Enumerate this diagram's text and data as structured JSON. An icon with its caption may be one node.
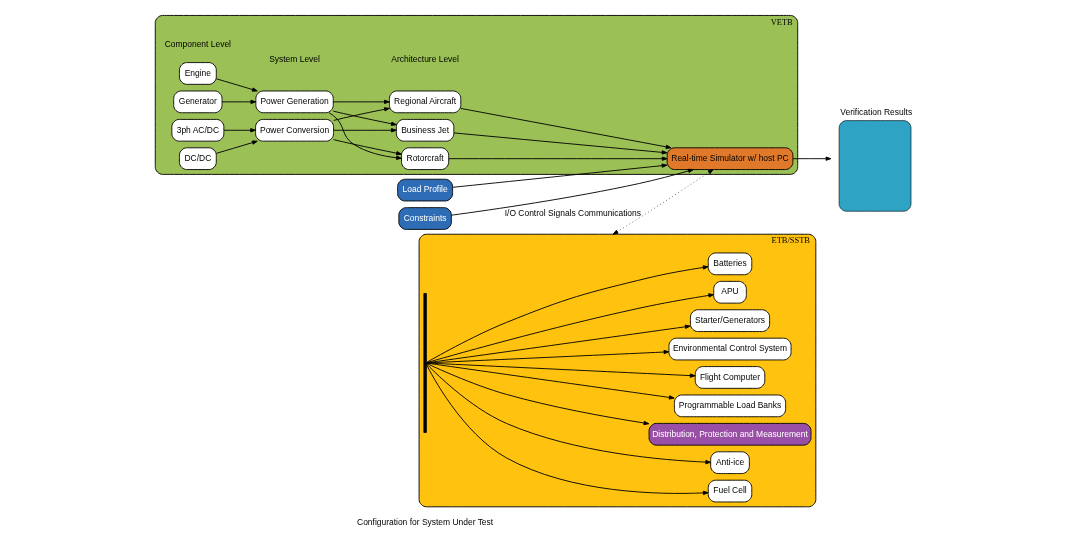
{
  "diagram": {
    "nodes": [
      {
        "text": [
          "VETB"
        ]
      },
      {
        "text": [
          "Engine"
        ],
        "in": 0
      },
      {
        "text": [
          "Generator"
        ],
        "in": 0
      },
      {
        "text": [
          "3ph AC/DC"
        ],
        "in": 0
      },
      {
        "text": [
          "DC/DC"
        ],
        "in": 0
      },
      {
        "text": [
          "Power Generation"
        ],
        "in": 0
      },
      {
        "text": [
          "Power Conversion"
        ],
        "in": 0
      },
      {
        "text": [
          "Business Jet"
        ],
        "in": 0
      },
      {
        "text": [
          "Regional Aircraft"
        ],
        "in": 0
      },
      {
        "text": [
          "Rotorcraft"
        ],
        "in": 0
      },
      {
        "text": [
          "Real-time Simulator w/ host PC"
        ],
        "in": 0
      },
      {
        "text": [
          "Load Profile"
        ]
      },
      {
        "text": [
          "Constraints"
        ]
      },
      {
        "text": [
          "ETB/SSTB"
        ]
      },
      {
        "text": [
          "Starter/Generators"
        ],
        "in": 13
      },
      {
        "text": [
          "APU"
        ],
        "in": 13
      },
      {
        "text": [
          "Batteries"
        ],
        "in": 13
      },
      {
        "text": [
          "Fuel Cell"
        ],
        "in": 13
      },
      {
        "text": [
          "Anti-ice"
        ],
        "in": 13
      },
      {
        "text": [
          "Distribution, Protection and Measurement"
        ],
        "in": 13
      },
      {
        "text": [
          "Programmable Load Banks"
        ],
        "in": 13
      },
      {
        "text": [
          "Flight Computer"
        ],
        "in": 13
      },
      {
        "text": [
          "Environmental Control System"
        ],
        "in": 13
      },
      {
        "text": [
          "Verification Results"
        ]
      },
      {
        "text": [],
        "shape": "bar",
        "in": 13
      }
    ],
    "edges": [
      {
        "from": 1,
        "to": 5,
        "arrow": "to"
      },
      {
        "from": 2,
        "to": 5,
        "arrow": "to"
      },
      {
        "from": 3,
        "to": 6,
        "arrow": "to"
      },
      {
        "from": 4,
        "to": 6,
        "arrow": "to"
      },
      {
        "from": 5,
        "to": 7,
        "arrow": "to"
      },
      {
        "from": 5,
        "to": 8,
        "arrow": "to"
      },
      {
        "from": 5,
        "to": 9,
        "arrow": "to"
      },
      {
        "from": 6,
        "to": 7,
        "arrow": "to"
      },
      {
        "from": 6,
        "to": 8,
        "arrow": "to"
      },
      {
        "from": 6,
        "to": 9,
        "arrow": "to"
      },
      {
        "from": 7,
        "to": 10,
        "arrow": "to"
      },
      {
        "from": 8,
        "to": 10,
        "arrow": "to"
      },
      {
        "from": 9,
        "to": 10,
        "arrow": "to"
      },
      {
        "from": 11,
        "to": 10,
        "arrow": "to"
      },
      {
        "from": 12,
        "to": 10,
        "arrow": "to"
      },
      {
        "from": 13,
        "to": 10,
        "arrow": "both",
        "style": "dashed",
        "label": "I/O Control Signals Communications"
      },
      {
        "from": 10,
        "to": 23,
        "arrow": "to"
      },
      {
        "from": 24,
        "to": 14,
        "arrow": "to"
      },
      {
        "from": 24,
        "to": 15,
        "arrow": "to"
      },
      {
        "from": 24,
        "to": 16,
        "arrow": "to"
      },
      {
        "from": 24,
        "to": 17,
        "arrow": "to"
      },
      {
        "from": 24,
        "to": 18,
        "arrow": "to"
      },
      {
        "from": 24,
        "to": 19,
        "arrow": "to"
      },
      {
        "from": 24,
        "to": 20,
        "arrow": "to"
      },
      {
        "from": 24,
        "to": 21,
        "arrow": "to"
      },
      {
        "from": 24,
        "to": 22,
        "arrow": "to"
      }
    ],
    "labels": [
      "Component Level",
      "System Level",
      "Architecture Level",
      "Configuration for System Under Test"
    ]
  }
}
